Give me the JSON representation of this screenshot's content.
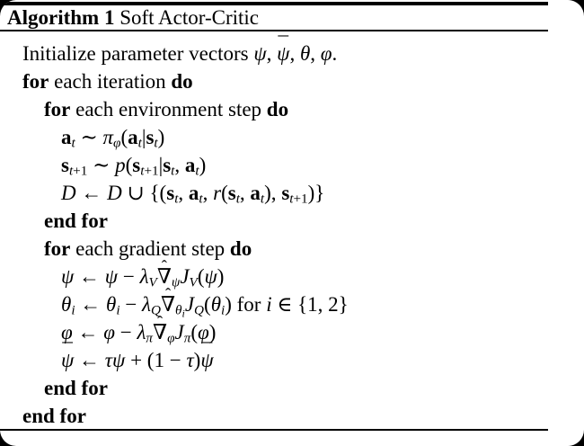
{
  "colors": {
    "background": "#ffffff",
    "text": "#000000",
    "frame": "#000000"
  },
  "title": {
    "bold": "Algorithm 1",
    "rest": " Soft Actor-Critic"
  },
  "lines": [
    {
      "indent": 1,
      "parts": [
        {
          "t": "Initialize parameter vectors "
        },
        {
          "t": "ψ",
          "i": true
        },
        {
          "t": ", "
        },
        {
          "t": "ψ",
          "i": true,
          "bar": "¯"
        },
        {
          "t": ", "
        },
        {
          "t": "θ",
          "i": true
        },
        {
          "t": ", "
        },
        {
          "t": "φ",
          "i": true
        },
        {
          "t": "."
        }
      ]
    },
    {
      "indent": 1,
      "parts": [
        {
          "t": "for",
          "b": true
        },
        {
          "t": " each iteration "
        },
        {
          "t": "do",
          "b": true
        }
      ]
    },
    {
      "indent": 2,
      "parts": [
        {
          "t": "for",
          "b": true
        },
        {
          "t": " each environment step "
        },
        {
          "t": "do",
          "b": true
        }
      ]
    },
    {
      "indent": 3,
      "parts": [
        {
          "t": "a",
          "b": true
        },
        {
          "t": "t",
          "i": true,
          "sub": true
        },
        {
          "t": " ∼ "
        },
        {
          "t": "π",
          "i": true
        },
        {
          "t": "φ",
          "i": true,
          "sub": true
        },
        {
          "t": "("
        },
        {
          "t": "a",
          "b": true
        },
        {
          "t": "t",
          "i": true,
          "sub": true
        },
        {
          "t": "|"
        },
        {
          "t": "s",
          "b": true
        },
        {
          "t": "t",
          "i": true,
          "sub": true
        },
        {
          "t": ")"
        }
      ]
    },
    {
      "indent": 3,
      "parts": [
        {
          "t": "s",
          "b": true
        },
        {
          "t": "t",
          "i": true,
          "sub": true
        },
        {
          "t": "+1",
          "sub": true
        },
        {
          "t": " ∼ "
        },
        {
          "t": "p",
          "i": true
        },
        {
          "t": "("
        },
        {
          "t": "s",
          "b": true
        },
        {
          "t": "t",
          "i": true,
          "sub": true
        },
        {
          "t": "+1",
          "sub": true
        },
        {
          "t": "|"
        },
        {
          "t": "s",
          "b": true
        },
        {
          "t": "t",
          "i": true,
          "sub": true
        },
        {
          "t": ", "
        },
        {
          "t": "a",
          "b": true
        },
        {
          "t": "t",
          "i": true,
          "sub": true
        },
        {
          "t": ")"
        }
      ]
    },
    {
      "indent": 3,
      "parts": [
        {
          "t": "D",
          "sc": true
        },
        {
          "t": " ← "
        },
        {
          "t": "D",
          "sc": true
        },
        {
          "t": " ∪ {("
        },
        {
          "t": "s",
          "b": true
        },
        {
          "t": "t",
          "i": true,
          "sub": true
        },
        {
          "t": ", "
        },
        {
          "t": "a",
          "b": true
        },
        {
          "t": "t",
          "i": true,
          "sub": true
        },
        {
          "t": ", "
        },
        {
          "t": "r",
          "i": true
        },
        {
          "t": "("
        },
        {
          "t": "s",
          "b": true
        },
        {
          "t": "t",
          "i": true,
          "sub": true
        },
        {
          "t": ", "
        },
        {
          "t": "a",
          "b": true
        },
        {
          "t": "t",
          "i": true,
          "sub": true
        },
        {
          "t": "), "
        },
        {
          "t": "s",
          "b": true
        },
        {
          "t": "t",
          "i": true,
          "sub": true
        },
        {
          "t": "+1",
          "sub": true
        },
        {
          "t": ")}"
        }
      ]
    },
    {
      "indent": 2,
      "parts": [
        {
          "t": "end for",
          "b": true
        }
      ]
    },
    {
      "indent": 2,
      "parts": [
        {
          "t": "for",
          "b": true
        },
        {
          "t": " each gradient step "
        },
        {
          "t": "do",
          "b": true
        }
      ]
    },
    {
      "indent": 3,
      "parts": [
        {
          "t": "ψ",
          "i": true
        },
        {
          "t": " ← "
        },
        {
          "t": "ψ",
          "i": true
        },
        {
          "t": " − "
        },
        {
          "t": "λ",
          "i": true
        },
        {
          "t": "V",
          "i": true,
          "sub": true
        },
        {
          "t": "∇",
          "hat": "ˆ"
        },
        {
          "t": "ψ",
          "i": true,
          "sub": true
        },
        {
          "t": "J",
          "i": true
        },
        {
          "t": "V",
          "i": true,
          "sub": true
        },
        {
          "t": "("
        },
        {
          "t": "ψ",
          "i": true
        },
        {
          "t": ")"
        }
      ]
    },
    {
      "indent": 3,
      "parts": [
        {
          "t": "θ",
          "i": true
        },
        {
          "t": "i",
          "i": true,
          "sub": true
        },
        {
          "t": " ← "
        },
        {
          "t": "θ",
          "i": true
        },
        {
          "t": "i",
          "i": true,
          "sub": true
        },
        {
          "t": " − "
        },
        {
          "t": "λ",
          "i": true
        },
        {
          "t": "Q",
          "i": true,
          "sub": true
        },
        {
          "t": "∇",
          "hat": "ˆ"
        },
        {
          "t": "θ",
          "i": true,
          "sub": true
        },
        {
          "t": "i",
          "i": true,
          "sub2": true
        },
        {
          "t": "J",
          "i": true
        },
        {
          "t": "Q",
          "i": true,
          "sub": true
        },
        {
          "t": "("
        },
        {
          "t": "θ",
          "i": true
        },
        {
          "t": "i",
          "i": true,
          "sub": true
        },
        {
          "t": ")"
        },
        {
          "t": " for "
        },
        {
          "t": "i",
          "i": true
        },
        {
          "t": " ∈ {1, 2}"
        }
      ]
    },
    {
      "indent": 3,
      "parts": [
        {
          "t": "φ",
          "i": true
        },
        {
          "t": " ← "
        },
        {
          "t": "φ",
          "i": true
        },
        {
          "t": " − "
        },
        {
          "t": "λ",
          "i": true
        },
        {
          "t": "π",
          "i": true,
          "sub": true
        },
        {
          "t": "∇",
          "hat": "ˆ"
        },
        {
          "t": "φ",
          "i": true,
          "sub": true
        },
        {
          "t": "J",
          "i": true
        },
        {
          "t": "π",
          "i": true,
          "sub": true
        },
        {
          "t": "("
        },
        {
          "t": "φ",
          "i": true
        },
        {
          "t": ")"
        }
      ]
    },
    {
      "indent": 3,
      "parts": [
        {
          "t": "ψ",
          "i": true,
          "bar": "¯"
        },
        {
          "t": " ← "
        },
        {
          "t": "τ",
          "i": true
        },
        {
          "t": "ψ",
          "i": true
        },
        {
          "t": " + (1 − "
        },
        {
          "t": "τ",
          "i": true
        },
        {
          "t": ")"
        },
        {
          "t": "ψ",
          "i": true,
          "bar": "¯"
        }
      ]
    },
    {
      "indent": 2,
      "parts": [
        {
          "t": "end for",
          "b": true
        }
      ]
    },
    {
      "indent": 1,
      "parts": [
        {
          "t": "end for",
          "b": true
        }
      ]
    }
  ]
}
